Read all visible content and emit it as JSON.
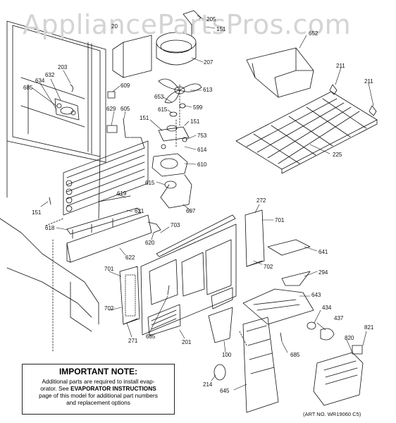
{
  "watermark": "AppliancePartsPros.com",
  "callouts": [
    {
      "id": "c205",
      "label": "205"
    },
    {
      "id": "c151a",
      "label": "151"
    },
    {
      "id": "c20x",
      "label": "20"
    },
    {
      "id": "c207",
      "label": "207"
    },
    {
      "id": "c652",
      "label": "652"
    },
    {
      "id": "c203",
      "label": "203"
    },
    {
      "id": "c632",
      "label": "632"
    },
    {
      "id": "c685a",
      "label": "685"
    },
    {
      "id": "c634",
      "label": "634"
    },
    {
      "id": "c609",
      "label": "609"
    },
    {
      "id": "c613",
      "label": "613"
    },
    {
      "id": "c653",
      "label": "653"
    },
    {
      "id": "c599",
      "label": "599"
    },
    {
      "id": "c615a",
      "label": "615"
    },
    {
      "id": "c629",
      "label": "629"
    },
    {
      "id": "c605",
      "label": "605"
    },
    {
      "id": "c151b",
      "label": "151"
    },
    {
      "id": "c151c",
      "label": "151"
    },
    {
      "id": "c753",
      "label": "753"
    },
    {
      "id": "c614",
      "label": "614"
    },
    {
      "id": "c211a",
      "label": "211"
    },
    {
      "id": "c211b",
      "label": "211"
    },
    {
      "id": "c610",
      "label": "610"
    },
    {
      "id": "c225",
      "label": "225"
    },
    {
      "id": "c615b",
      "label": "615"
    },
    {
      "id": "c619",
      "label": "619"
    },
    {
      "id": "c151d",
      "label": "151"
    },
    {
      "id": "c621",
      "label": "621"
    },
    {
      "id": "c607",
      "label": "607"
    },
    {
      "id": "c272",
      "label": "272"
    },
    {
      "id": "c701a",
      "label": "701"
    },
    {
      "id": "c618",
      "label": "618"
    },
    {
      "id": "c703",
      "label": "703"
    },
    {
      "id": "c620",
      "label": "620"
    },
    {
      "id": "c641",
      "label": "641"
    },
    {
      "id": "c622",
      "label": "622"
    },
    {
      "id": "c702a",
      "label": "702"
    },
    {
      "id": "c294",
      "label": "294"
    },
    {
      "id": "c701b",
      "label": "701"
    },
    {
      "id": "c643",
      "label": "643"
    },
    {
      "id": "c434",
      "label": "434"
    },
    {
      "id": "c702b",
      "label": "702"
    },
    {
      "id": "c437",
      "label": "437"
    },
    {
      "id": "c821",
      "label": "821"
    },
    {
      "id": "c271",
      "label": "271"
    },
    {
      "id": "c685b",
      "label": "685"
    },
    {
      "id": "c201",
      "label": "201"
    },
    {
      "id": "c820",
      "label": "820"
    },
    {
      "id": "c100",
      "label": "100"
    },
    {
      "id": "c685c",
      "label": "685"
    },
    {
      "id": "c214",
      "label": "214"
    },
    {
      "id": "c645",
      "label": "645"
    }
  ],
  "note": {
    "title": "IMPORTANT NOTE:",
    "line1": "Additional parts are required to install evap-",
    "line2a": "orator.  See ",
    "line2b": "EVAPORATOR INSTRUCTIONS",
    "line3": "page of this model for additional part numbers",
    "line4": "and replacement options"
  },
  "art_number": "(ART NO. WR19060 C5)"
}
